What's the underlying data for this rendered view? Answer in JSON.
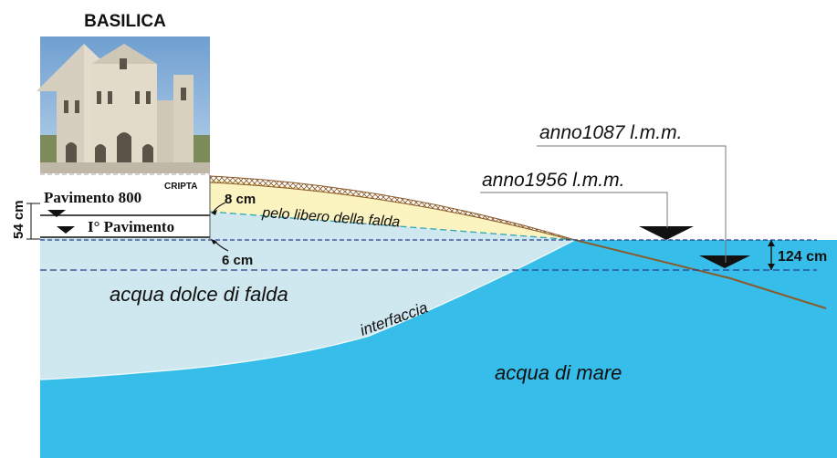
{
  "title": "BASILICA",
  "labels": {
    "cripta": "CRIPTA",
    "pavimento_800": "Pavimento 800",
    "primo_pavimento": "I° Pavimento",
    "cm54": "54 cm",
    "cm8": "8 cm",
    "cm6": "6 cm",
    "pelo_libero": "pelo libero della falda",
    "anno1087": "anno1087  l.m.m.",
    "anno1956": "anno1956 l.m.m.",
    "cm124": "124 cm",
    "acqua_dolce": "acqua dolce di falda",
    "interfaccia": "interfaccia",
    "acqua_mare": "acqua  di  mare"
  },
  "colors": {
    "sea": "#36bde9",
    "fresh_water": "#cfe7ee",
    "unsaturated_soil": "#fbf3c0",
    "ground_line": "#8a5a2b",
    "dashed_level": "#2b3f8f",
    "water_table": "#2ea6b5"
  },
  "icons": {
    "photo": "basilica-facade-photo",
    "level_marker": "inverted-triangle-icon"
  }
}
